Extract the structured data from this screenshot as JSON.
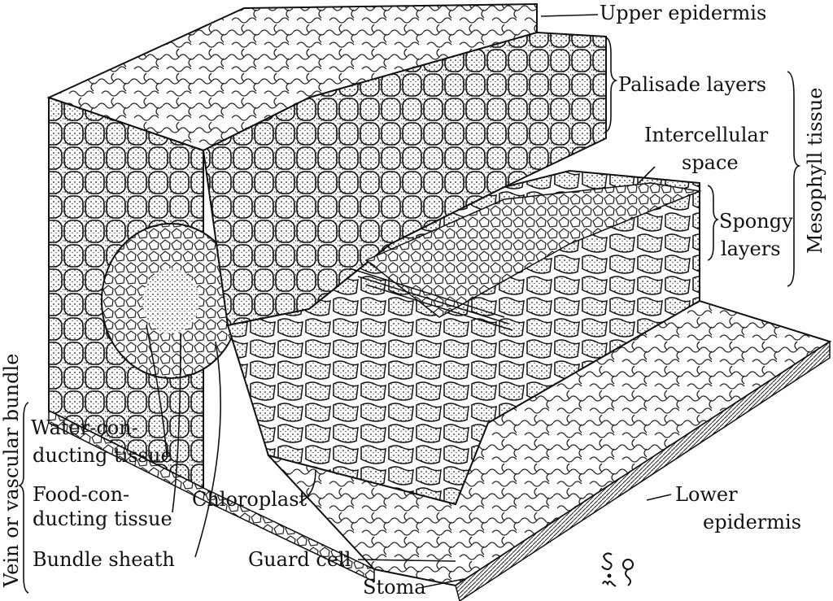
{
  "labels": {
    "upper_epidermis": "Upper epidermis",
    "palisade_layers": "Palisade layers",
    "intercellular_space_1": "Intercellular",
    "intercellular_space_2": "space",
    "spongy_layers_1": "Spongy",
    "spongy_layers_2": "layers",
    "mesophyll_tissue": "Mesophyll tissue",
    "vein": "Vein or vascular bundle",
    "water_conducting_1": "Water-con-",
    "water_conducting_2": "ducting tissue",
    "food_conducting_1": "Food-con-",
    "food_conducting_2": "ducting tissue",
    "bundle_sheath": "Bundle sheath",
    "chloroplast": "Chloroplast",
    "guard_cell": "Guard cell",
    "stoma": "Stoma",
    "lower_epidermis_1": "Lower",
    "lower_epidermis_2": "epidermis"
  },
  "signature": "Sim"
}
